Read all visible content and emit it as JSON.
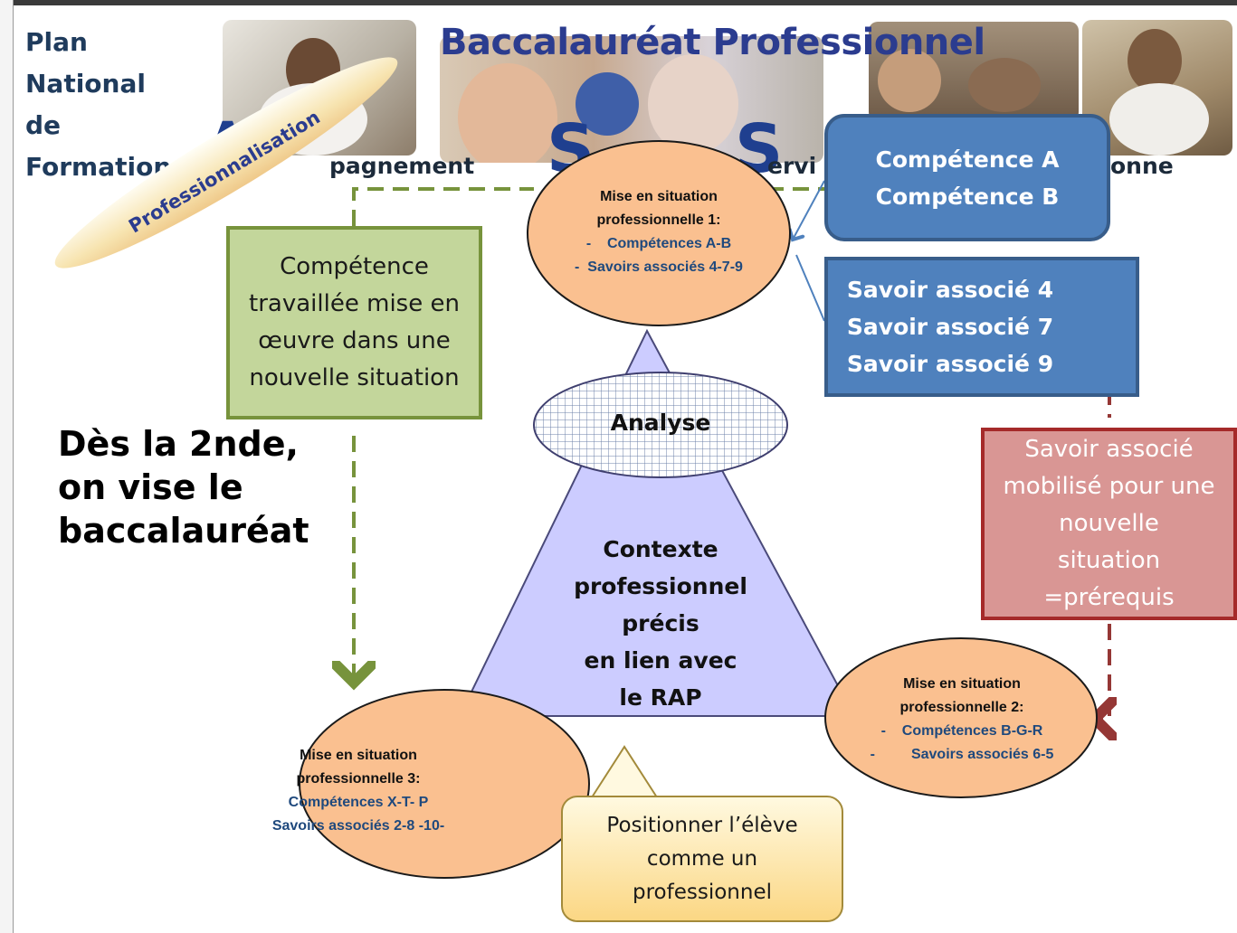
{
  "header": {
    "plan_lines": [
      "Plan",
      "National",
      "de",
      "Formation"
    ],
    "main_title": "Baccalauréat Professionnel",
    "word_fragment_1": "pagnement",
    "word_fragment_2": "ervi",
    "word_fragment_3": "onne",
    "letter_a": "A",
    "letter_s1": "S",
    "letter_s2": "S",
    "banner": "Professionnalisation"
  },
  "left_text": [
    "Dès la 2nde,",
    "on vise le",
    "baccalauréat"
  ],
  "green_box": [
    "Compétence",
    "travaillée mise en",
    "œuvre dans une",
    "nouvelle situation"
  ],
  "competence_box": [
    "Compétence A",
    "Compétence B"
  ],
  "savoir_box": [
    "Savoir associé 4",
    "Savoir associé 7",
    "Savoir associé 9"
  ],
  "red_box": [
    "Savoir associé",
    "mobilisé pour une",
    "nouvelle",
    "situation",
    "=prérequis"
  ],
  "ellipse_1": {
    "title": [
      "Mise en situation",
      "professionnelle 1:"
    ],
    "items": [
      "-    Compétences A-B",
      "-  Savoirs associés 4-7-9"
    ]
  },
  "ellipse_2": {
    "title": [
      "Mise en situation",
      "professionnelle 2:"
    ],
    "items": [
      "-    Compétences B-G-R",
      "-         Savoirs associés 6-5"
    ]
  },
  "ellipse_3": {
    "title": [
      "Mise en situation",
      "professionnelle 3:"
    ],
    "items": [
      "Compétences X-T- P",
      "Savoirs associés 2-8 -10-"
    ]
  },
  "analyse": "Analyse",
  "triangle_text": [
    "Contexte",
    "professionnel",
    "précis",
    "en lien avec",
    "le RAP"
  ],
  "callout": [
    "Positionner l’élève",
    "comme un",
    "professionnel"
  ],
  "colors": {
    "green_fill": "#c3d69b",
    "blue_fill": "#4f81bd",
    "red_fill": "#d99694",
    "orange_fill": "#fac090",
    "triangle_fill": "#ccccff"
  }
}
